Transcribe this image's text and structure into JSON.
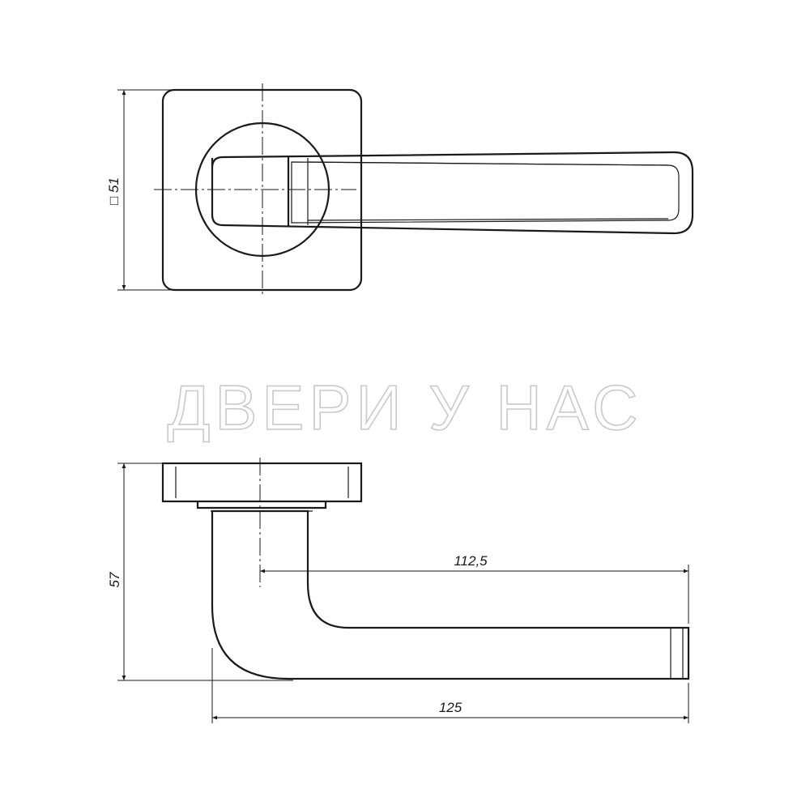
{
  "watermark": {
    "text": "ДВЕРИ У НАС"
  },
  "top_view": {
    "rosette_dimension": {
      "symbol": "□",
      "value": "51"
    }
  },
  "side_view": {
    "height_dimension": "57",
    "handle_length_from_axis": "112,5",
    "overall_length": "125"
  }
}
